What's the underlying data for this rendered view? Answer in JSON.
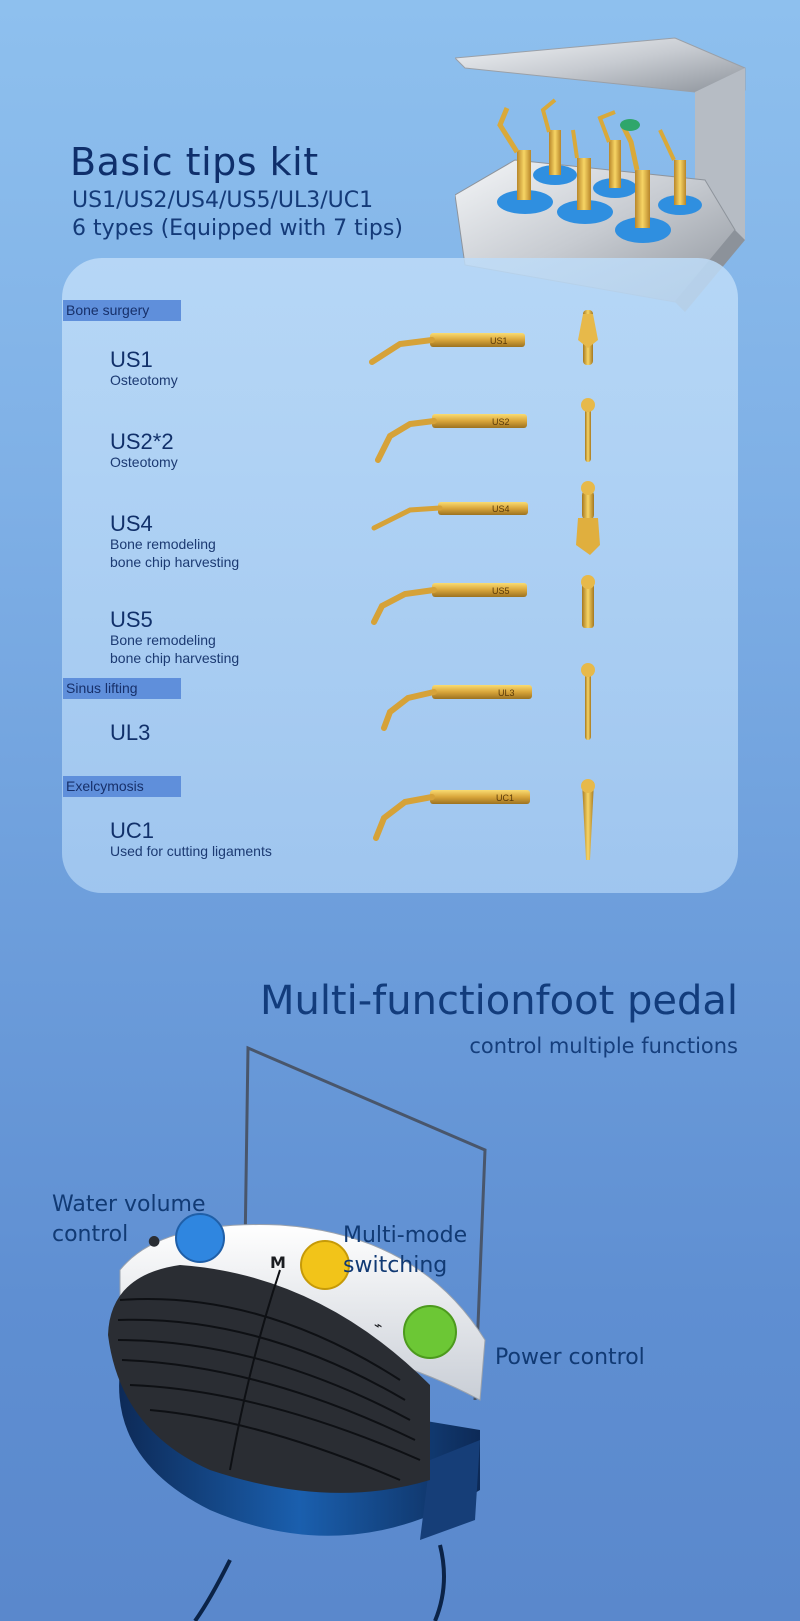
{
  "kit": {
    "title": "Basic tips kit",
    "models": "US1/US2/US4/US5/UL3/UC1",
    "types": "6 types (Equipped with 7 tips)"
  },
  "categories": {
    "bone_surgery": "Bone surgery",
    "sinus_lifting": "Sinus lifting",
    "exelcymosis": "Exelcymosis"
  },
  "tips": [
    {
      "code": "US1",
      "desc1": "Osteotomy",
      "desc2": "",
      "engraving": "US1"
    },
    {
      "code": "US2*2",
      "desc1": "Osteotomy",
      "desc2": "",
      "engraving": "US2"
    },
    {
      "code": "US4",
      "desc1": "Bone remodeling",
      "desc2": "bone chip harvesting",
      "engraving": "US4"
    },
    {
      "code": "US5",
      "desc1": "Bone remodeling",
      "desc2": "bone chip harvesting",
      "engraving": "US5"
    },
    {
      "code": "UL3",
      "desc1": "",
      "desc2": "",
      "engraving": "UL3"
    },
    {
      "code": "UC1",
      "desc1": "Used for cutting ligaments",
      "desc2": "",
      "engraving": "UC1"
    }
  ],
  "pedal": {
    "title": "Multi-functionfoot pedal",
    "subtitle": "control multiple functions",
    "water_line1": "Water volume",
    "water_line2": "control",
    "mode_line1": "Multi-mode",
    "mode_line2": "switching",
    "power": "Power control",
    "button_m_label": "M"
  },
  "colors": {
    "title": "#0f2f6b",
    "category_bg": "#5f8fdb",
    "gold": "#e0b53a",
    "button_blue": "#2f86e0",
    "button_yellow": "#f2c419",
    "button_green": "#6cc735"
  }
}
